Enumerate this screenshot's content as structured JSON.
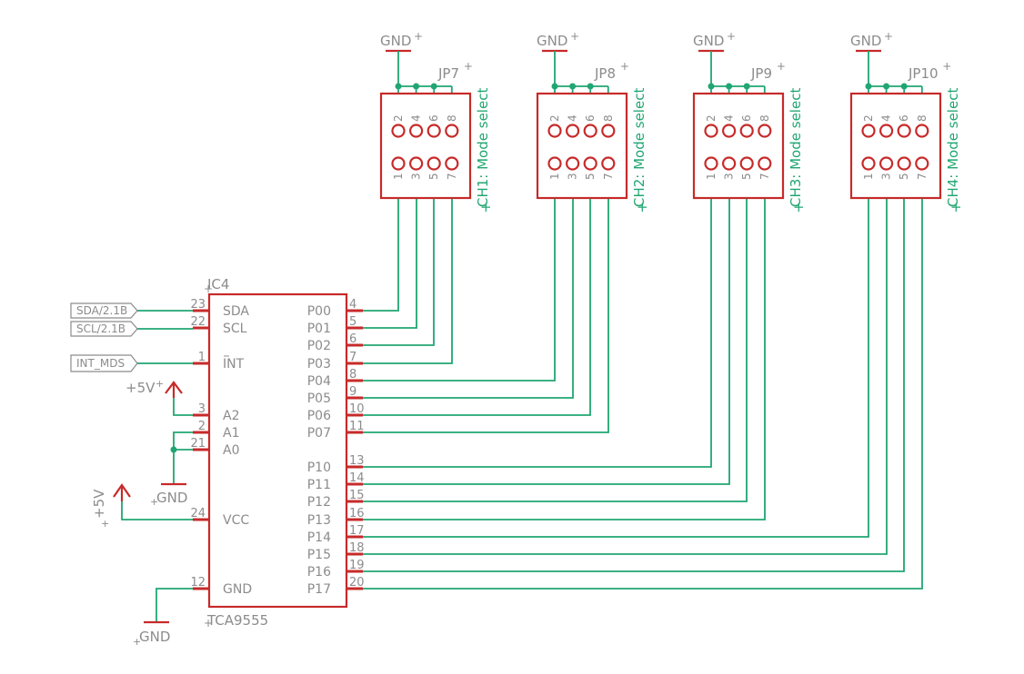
{
  "ic": {
    "ref": "IC4",
    "value": "TCA9555",
    "left_pins": [
      {
        "num": "23",
        "name": "SDA"
      },
      {
        "num": "22",
        "name": "SCL"
      },
      {
        "num": "1",
        "name": "INT"
      },
      {
        "num": "3",
        "name": "A2"
      },
      {
        "num": "2",
        "name": "A1"
      },
      {
        "num": "21",
        "name": "A0"
      },
      {
        "num": "24",
        "name": "VCC"
      },
      {
        "num": "12",
        "name": "GND"
      }
    ],
    "right_pins": [
      {
        "num": "4",
        "name": "P00"
      },
      {
        "num": "5",
        "name": "P01"
      },
      {
        "num": "6",
        "name": "P02"
      },
      {
        "num": "7",
        "name": "P03"
      },
      {
        "num": "8",
        "name": "P04"
      },
      {
        "num": "9",
        "name": "P05"
      },
      {
        "num": "10",
        "name": "P06"
      },
      {
        "num": "11",
        "name": "P07"
      },
      {
        "num": "13",
        "name": "P10"
      },
      {
        "num": "14",
        "name": "P11"
      },
      {
        "num": "15",
        "name": "P12"
      },
      {
        "num": "16",
        "name": "P13"
      },
      {
        "num": "17",
        "name": "P14"
      },
      {
        "num": "18",
        "name": "P15"
      },
      {
        "num": "19",
        "name": "P16"
      },
      {
        "num": "20",
        "name": "P17"
      }
    ]
  },
  "net_labels": {
    "sda": "SDA/2.1B",
    "scl": "SCL/2.1B",
    "int": "INT_MDS"
  },
  "supplies": {
    "plus5v_top": "+5V",
    "plus5v_vcc": "+5V",
    "gnd_addr": "GND",
    "gnd_ic": "GND",
    "gnd_jumper": "GND"
  },
  "jumpers": [
    {
      "ref": "JP7",
      "label": "CH1: Mode select"
    },
    {
      "ref": "JP8",
      "label": "CH2: Mode select"
    },
    {
      "ref": "JP9",
      "label": "CH3: Mode select"
    },
    {
      "ref": "JP10",
      "label": "CH4: Mode select"
    }
  ],
  "jumper_pins": {
    "top": [
      "2",
      "4",
      "6",
      "8"
    ],
    "bottom": [
      "1",
      "3",
      "5",
      "7"
    ]
  },
  "colors": {
    "wire": "#21a672",
    "symbol": "#c72a2a",
    "text": "#8c8c8c"
  }
}
